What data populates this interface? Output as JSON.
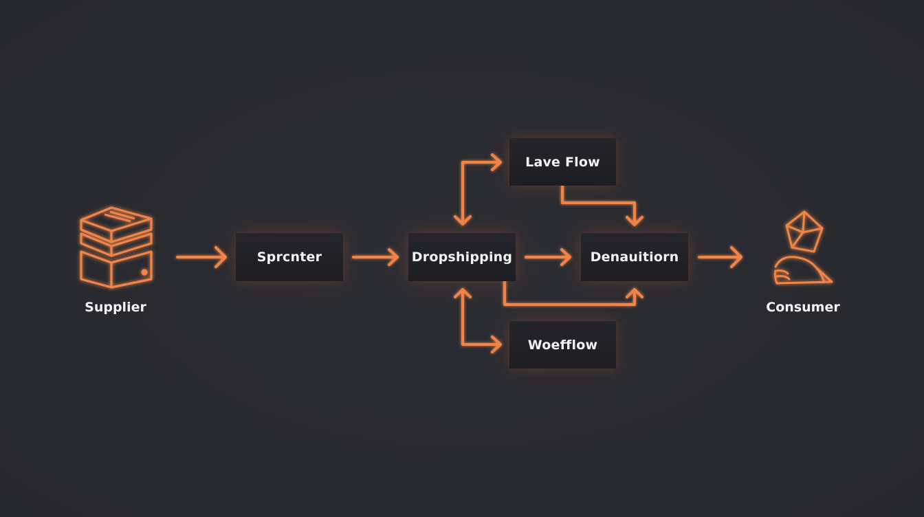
{
  "colors": {
    "background": "#2a2b31",
    "node_fill": "#1f2024",
    "accent": "#f0854a",
    "text": "#f2f2f2"
  },
  "nodes": {
    "supplier": {
      "label": "Supplier",
      "icon": "stacked-boxes-icon"
    },
    "sprcnter": {
      "label": "Sprcnter"
    },
    "dropshipping": {
      "label": "Dropshipping"
    },
    "lave_flow": {
      "label": "Lave Flow"
    },
    "woefflow": {
      "label": "Woefflow"
    },
    "denauitiorn": {
      "label": "Denauitiorn"
    },
    "consumer": {
      "label": "Consumer",
      "icon": "consumer-icon"
    }
  }
}
